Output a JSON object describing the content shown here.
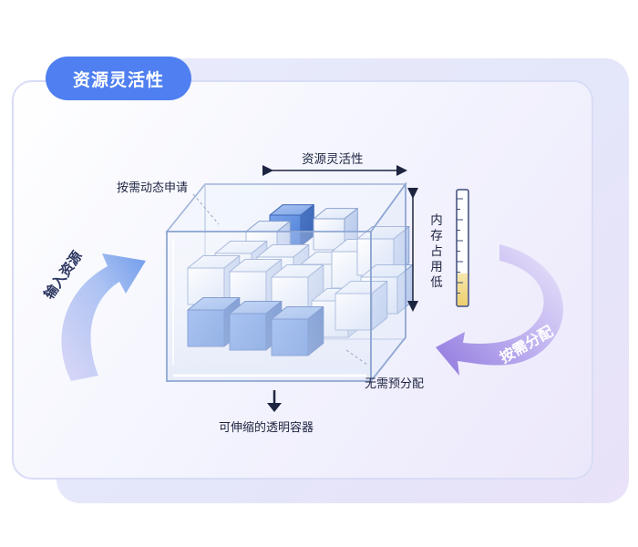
{
  "title": "资源灵活性",
  "labels": {
    "top_arrow": "资源灵活性",
    "apply": "按需动态申请",
    "memory": "内存占用低",
    "no_prealloc": "无需预分配",
    "container": "可伸缩的透明容器",
    "input": "输入资源",
    "allocate": "按需分配"
  },
  "colors": {
    "accent": "#4f7ff0",
    "cube_light": "#e6ecfb",
    "cube_dark": "#5b8fe0",
    "gauge_fill": "#f3d98a"
  },
  "memory_gauge_fill": 0.28
}
